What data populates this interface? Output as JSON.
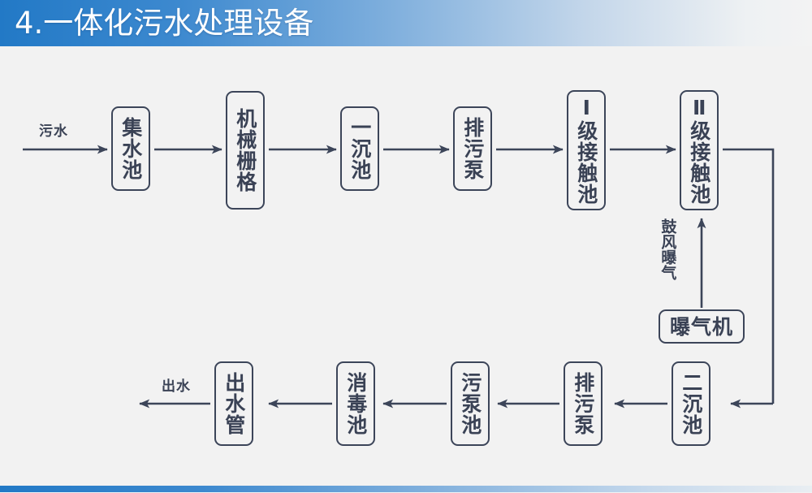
{
  "header": {
    "title": "4.一体化污水处理设备",
    "bg_start": "#2279c6",
    "bg_end": "#f3f3f3",
    "text_color": "#ffffff"
  },
  "footer": {
    "bg_start": "#2279c6",
    "bg_end": "#e9eef2"
  },
  "theme": {
    "background": "#f2f2f2",
    "line_color": "#3c4559",
    "text_color": "#3a4255"
  },
  "diagram": {
    "type": "flowchart",
    "orientation": "serpentine-two-rows",
    "nodes": [
      {
        "id": "jishuichi",
        "label": "集水池",
        "row": "top",
        "order": 1
      },
      {
        "id": "jixieshange",
        "label": "机械栅格",
        "row": "top",
        "order": 2
      },
      {
        "id": "yichenchi",
        "label": "一沉池",
        "row": "top",
        "order": 3
      },
      {
        "id": "paiwubeng_top",
        "label": "排污泵",
        "row": "top",
        "order": 4
      },
      {
        "id": "yijijiechuchi",
        "label": "Ⅰ级接触池",
        "row": "top",
        "order": 5
      },
      {
        "id": "erjijiechuchi",
        "label": "Ⅱ级接触池",
        "row": "top",
        "order": 6
      },
      {
        "id": "baoqiji",
        "label": "曝气机",
        "row": "middle",
        "order": 7
      },
      {
        "id": "erchenchi",
        "label": "二沉池",
        "row": "bottom",
        "order": 8
      },
      {
        "id": "paiwubeng_bot",
        "label": "排污泵",
        "row": "bottom",
        "order": 9
      },
      {
        "id": "wubengchi",
        "label": "污泵池",
        "row": "bottom",
        "order": 10
      },
      {
        "id": "xiaoduchi",
        "label": "消毒池",
        "row": "bottom",
        "order": 11
      },
      {
        "id": "chushuiguan",
        "label": "出水管",
        "row": "bottom",
        "order": 12
      }
    ],
    "edge_labels": [
      {
        "id": "inlet",
        "label": "污水",
        "position": "top-left-inlet"
      },
      {
        "id": "aeration",
        "label": "鼓风曝气",
        "position": "middle-vertical"
      },
      {
        "id": "outlet",
        "label": "出水",
        "position": "bottom-left-outlet"
      }
    ],
    "flow_sequence": [
      "污水",
      "集水池",
      "机械栅格",
      "一沉池",
      "排污泵",
      "Ⅰ级接触池",
      "Ⅱ级接触池",
      "二沉池",
      "排污泵",
      "污泵池",
      "消毒池",
      "出水管",
      "出水"
    ],
    "aeration_branch": {
      "from": "曝气机",
      "to": "Ⅱ级接触池",
      "label": "鼓风曝气"
    }
  }
}
